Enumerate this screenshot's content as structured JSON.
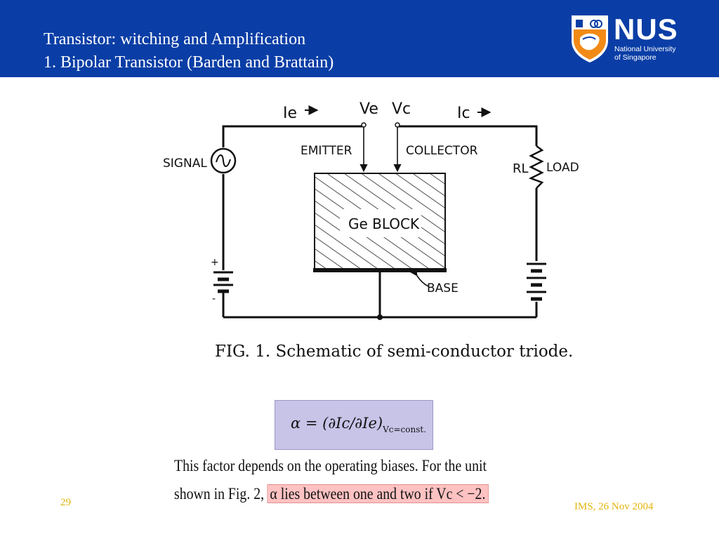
{
  "slide": {
    "title_line1": "Transistor: witching and Amplification",
    "title_line2": "1. Bipolar Transistor (Barden and Brattain)",
    "page_number": "29",
    "footer": "IMS, 26 Nov 2004"
  },
  "logo": {
    "name": "NUS",
    "subtitle_line1": "National University",
    "subtitle_line2": "of Singapore"
  },
  "figure": {
    "labels": {
      "ie": "Ie",
      "ve": "Ve",
      "vc": "Vc",
      "ic": "Ic",
      "emitter": "EMITTER",
      "collector": "COLLECTOR",
      "signal": "SIGNAL",
      "rl": "RL",
      "load": "LOAD",
      "ge_block": "Ge BLOCK",
      "base": "BASE",
      "plus": "+",
      "minus": "-"
    },
    "caption": "FIG. 1. Schematic of semi-conductor triode."
  },
  "formula": {
    "main": "α = (∂Ic/∂Ie)",
    "subscript": "Vc=const."
  },
  "body": {
    "line1": "This factor depends on the operating biases. For the unit",
    "line2_start": "shown in Fig. 2,",
    "line2_highlight": "α lies between one and two if Vc < −2."
  },
  "colors": {
    "header_bg": "#0a3ea6",
    "formula_bg": "#c7c4e8",
    "highlight_bg": "#ffc2c2",
    "footer_text": "#e3b50e"
  }
}
